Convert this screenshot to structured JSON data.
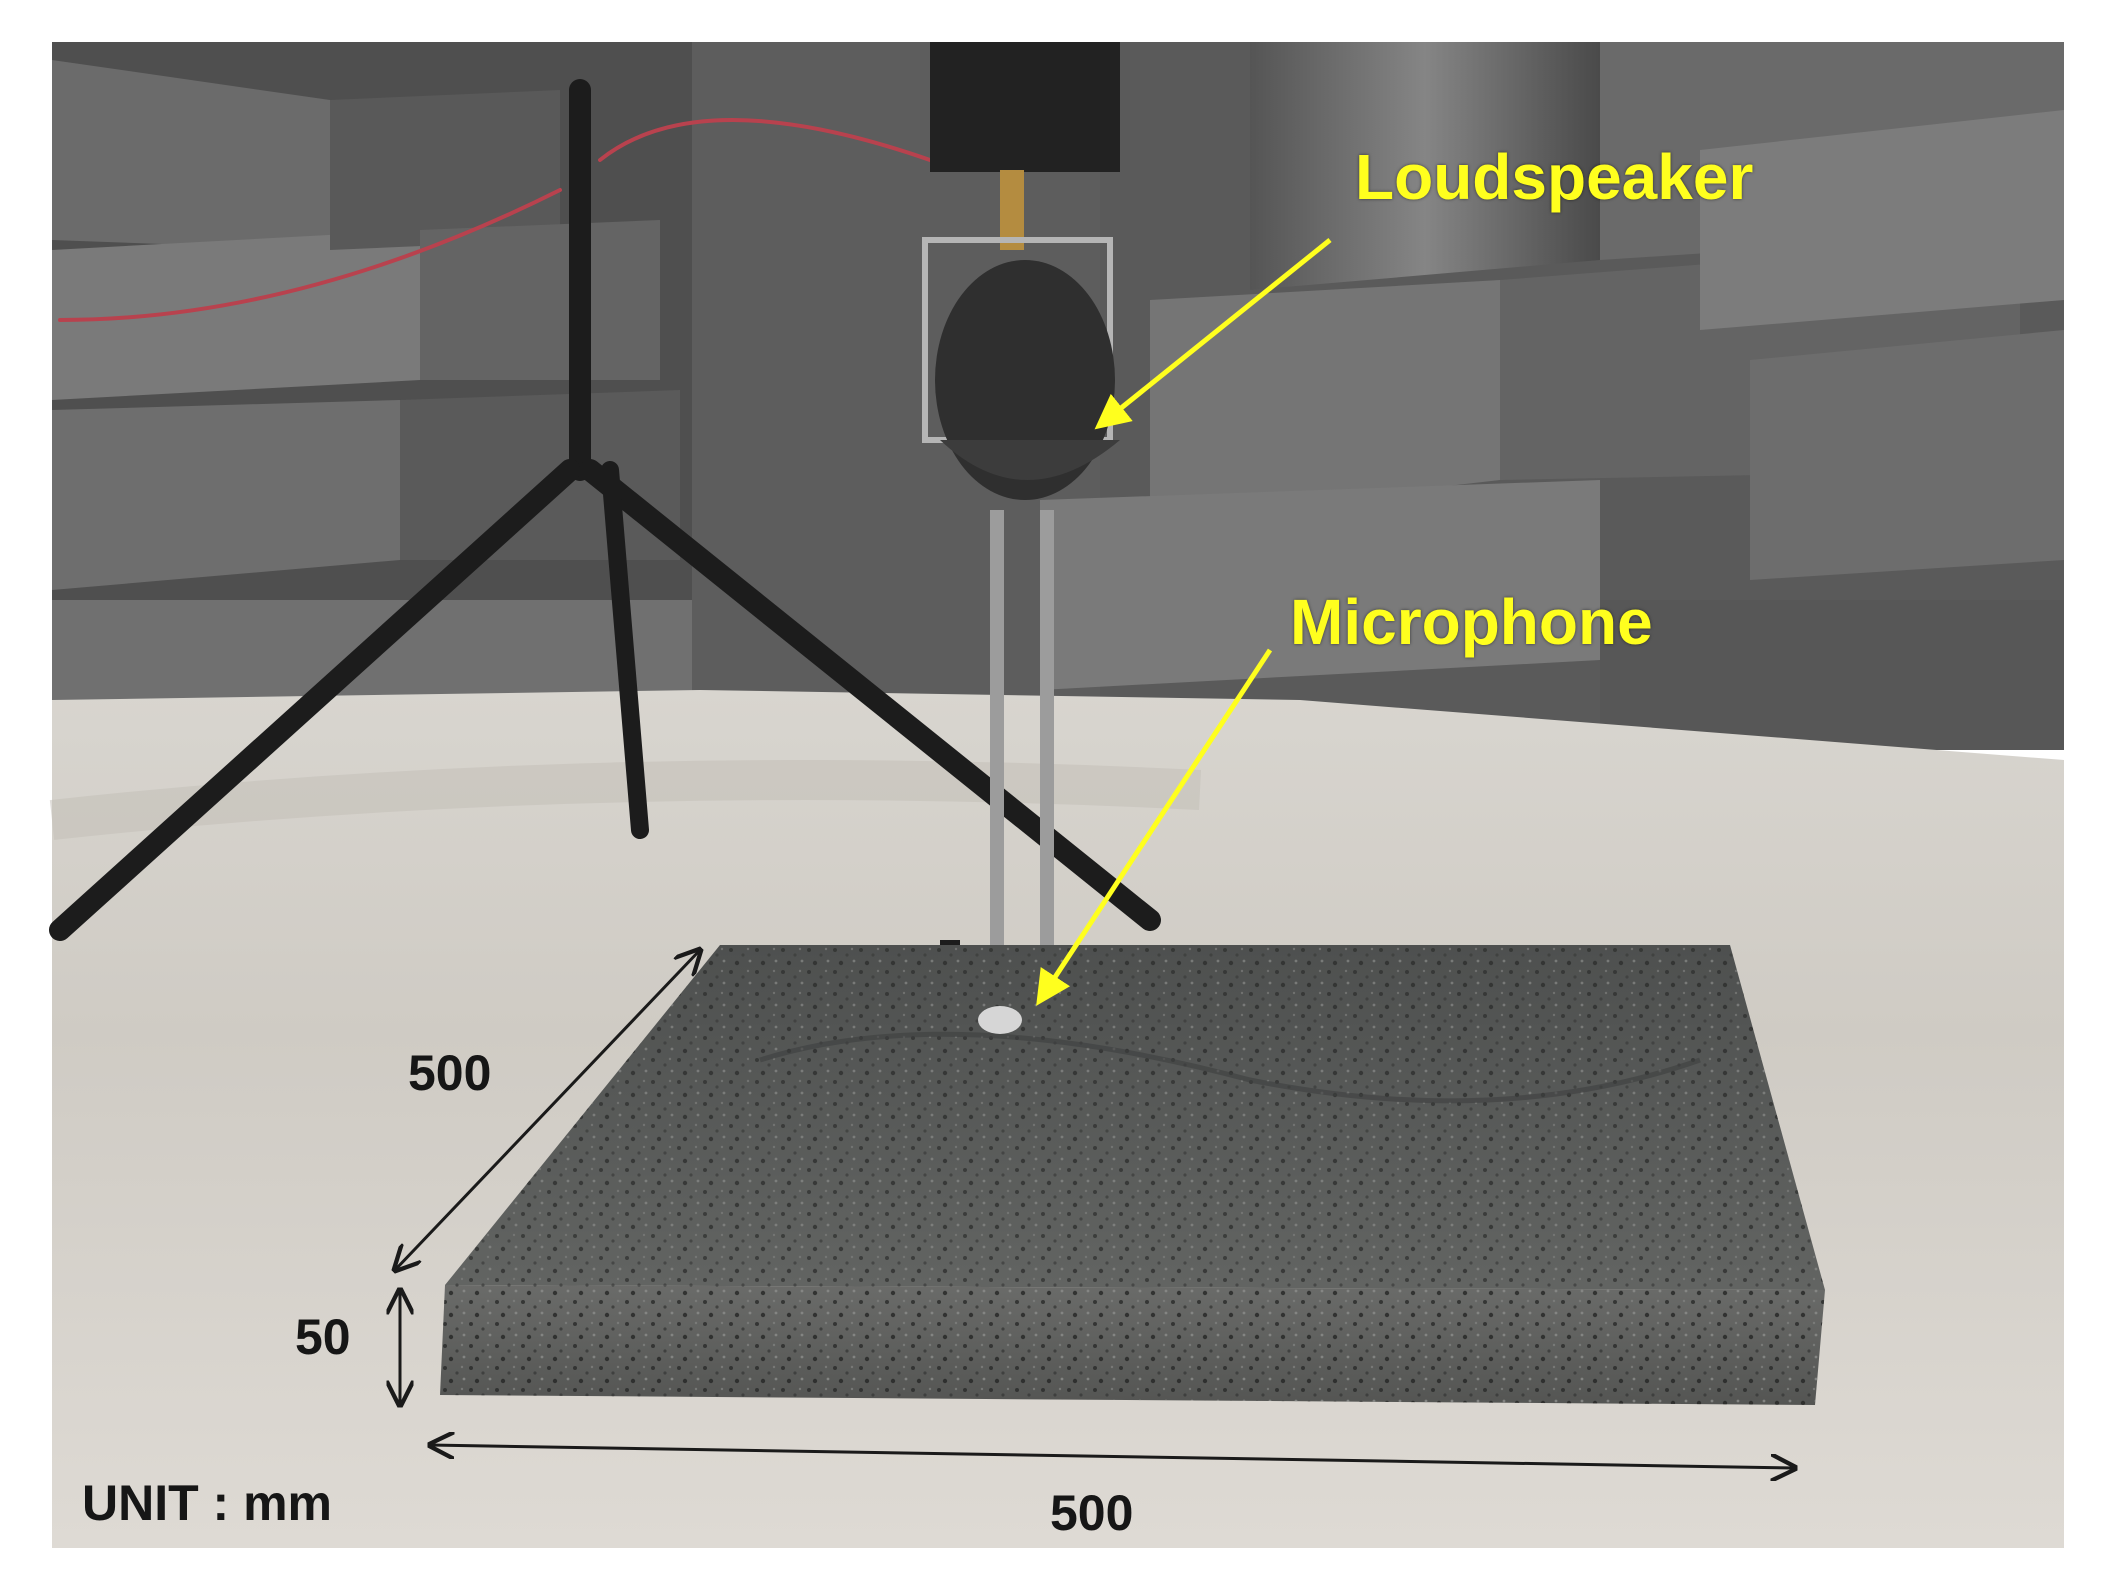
{
  "labels": {
    "loudspeaker": "Loudspeaker",
    "microphone": "Microphone",
    "depth": "500",
    "thickness": "50",
    "width": "500",
    "unit": "UNIT : mm"
  },
  "colors": {
    "annotation": "#ffff1e",
    "dimension": "#161616",
    "foam": "#6e6e6e",
    "floor": "#cfcbc4",
    "slab": "#5c5d5c"
  }
}
